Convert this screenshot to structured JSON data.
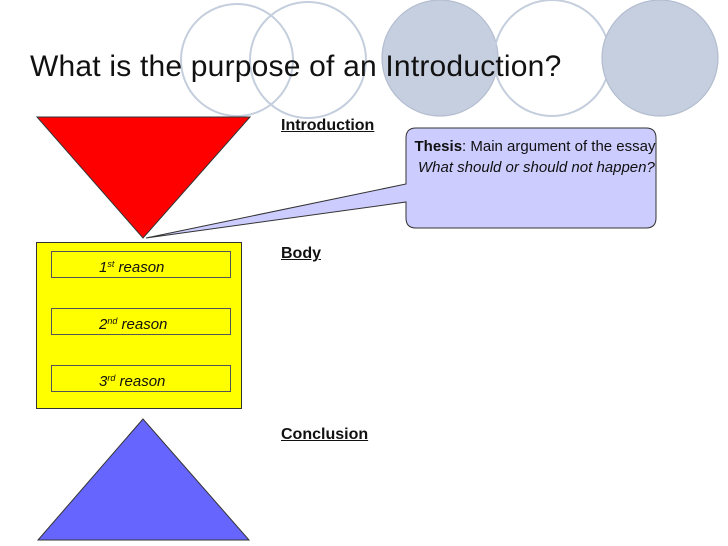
{
  "slide": {
    "title": "What is the purpose of an Introduction?",
    "sections": {
      "introduction": "Introduction",
      "body": "Body",
      "conclusion": "Conclusion"
    },
    "reasons": [
      {
        "num": "1",
        "suffix": "st",
        "text": "reason"
      },
      {
        "num": "2",
        "suffix": "nd",
        "text": "reason"
      },
      {
        "num": "3",
        "suffix": "rd",
        "text": "reason"
      }
    ],
    "callout": {
      "thesis_label": "Thesis",
      "thesis_rest": ": Main argument of the essay",
      "question": "What should or should not happen?"
    },
    "colors": {
      "intro_triangle": "#ff0000",
      "body_box": "#ffff00",
      "conclusion_triangle": "#6666ff",
      "callout_fill": "#ccccff",
      "decor_circles": "#c6cfdf"
    }
  }
}
